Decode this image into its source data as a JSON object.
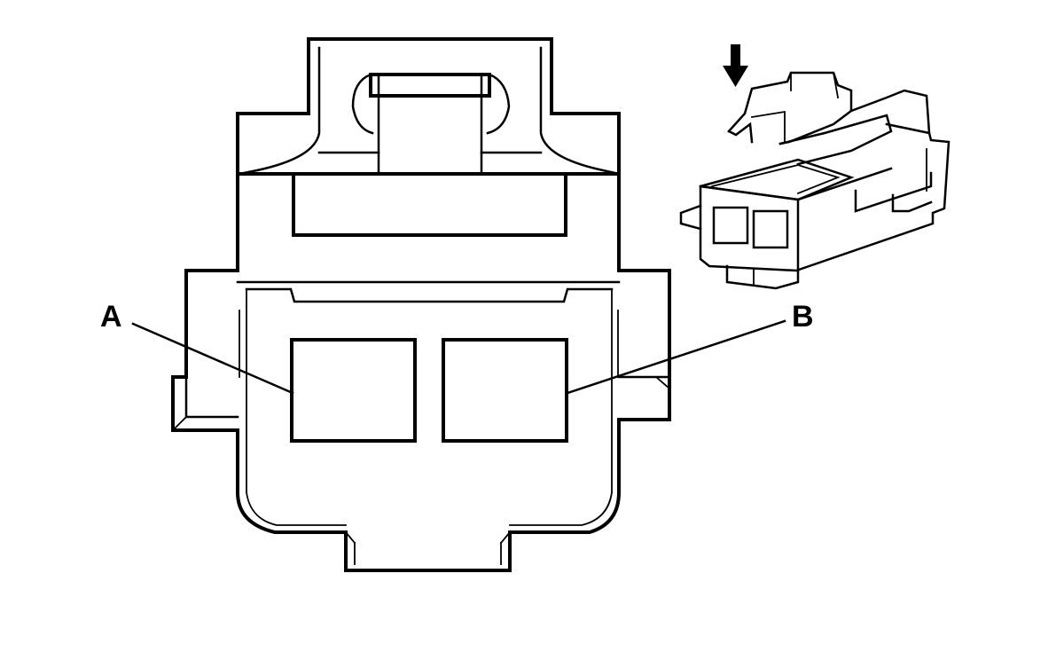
{
  "diagram": {
    "callouts": [
      {
        "id": "a",
        "label": "A"
      },
      {
        "id": "b",
        "label": "B"
      }
    ],
    "colors": {
      "ink": "#000000",
      "background": "#ffffff"
    },
    "icons": {
      "insertion_direction": "down-arrow-icon"
    }
  }
}
